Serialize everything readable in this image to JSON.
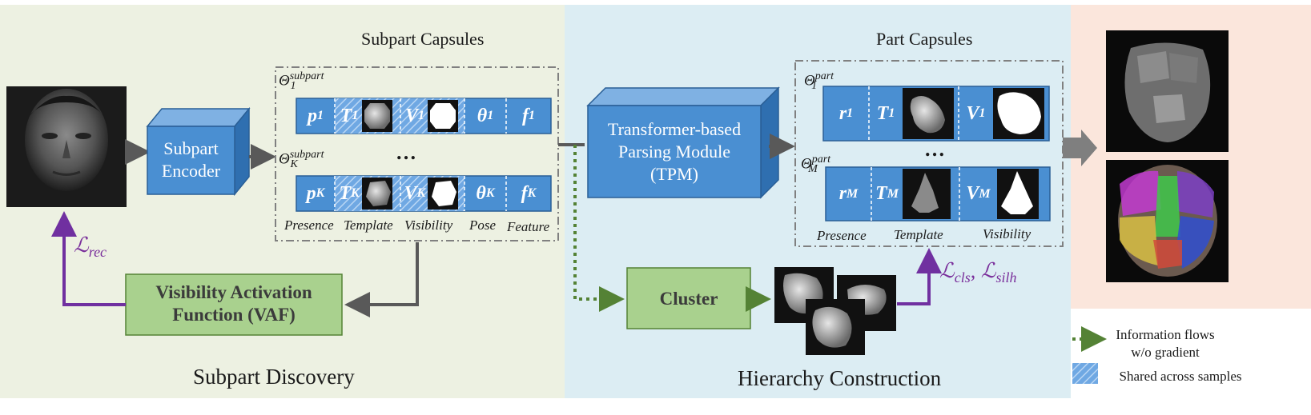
{
  "sections": {
    "left": "Subpart Discovery",
    "middle": "Hierarchy Construction"
  },
  "subpart": {
    "title": "Subpart Capsules",
    "encoder": [
      "Subpart",
      "Encoder"
    ],
    "theta_top": {
      "base": "Θ",
      "sup": "subpart",
      "sub": "1"
    },
    "theta_bottom": {
      "base": "Θ",
      "sup": "subpart",
      "sub": "K"
    },
    "row1": [
      {
        "b": "p",
        "s": "1"
      },
      {
        "b": "T",
        "s": "1"
      },
      {
        "b": "V",
        "s": "1"
      },
      {
        "b": "θ",
        "s": "1"
      },
      {
        "b": "f",
        "s": "1"
      }
    ],
    "rowK": [
      {
        "b": "p",
        "s": "K"
      },
      {
        "b": "T",
        "s": "K"
      },
      {
        "b": "V",
        "s": "K"
      },
      {
        "b": "θ",
        "s": "K"
      },
      {
        "b": "f",
        "s": "K"
      }
    ],
    "ellipsis": "…",
    "labels": [
      "Presence",
      "Template",
      "Visibility",
      "Pose",
      "Feature"
    ]
  },
  "vaf": [
    "Visibility Activation",
    "Function (VAF)"
  ],
  "loss_rec": {
    "base": "ℒ",
    "sub": "rec"
  },
  "tpm": [
    "Transformer-based",
    "Parsing Module",
    "(TPM)"
  ],
  "part": {
    "title": "Part Capsules",
    "theta_top": {
      "base": "Θ",
      "sup": "part",
      "sub": "1"
    },
    "theta_bottom": {
      "base": "Θ",
      "sup": "part",
      "sub": "M"
    },
    "row1": [
      {
        "b": "r",
        "s": "1"
      },
      {
        "b": "T",
        "s": "1"
      },
      {
        "b": "V",
        "s": "1"
      }
    ],
    "rowM": [
      {
        "b": "r",
        "s": "M"
      },
      {
        "b": "T",
        "s": "M"
      },
      {
        "b": "V",
        "s": "M"
      }
    ],
    "ellipsis": "…",
    "labels": [
      "Presence",
      "Template",
      "Visibility"
    ]
  },
  "cluster": "Cluster",
  "loss_cls": {
    "l1": "ℒ",
    "s1": "cls",
    "sep": ", ",
    "l2": "ℒ",
    "s2": "silh"
  },
  "legend": {
    "flow": [
      "Information flows",
      "w/o gradient"
    ],
    "shared": "Shared across samples"
  },
  "colors": {
    "left_bg": "#edf1e2",
    "mid_bg": "#dcedf3",
    "right_bg": "#fbe6dc",
    "blue": "#4a8fd2",
    "blue_dark": "#2a5f96",
    "green_box": "#a9d18e",
    "green_dash": "#548235",
    "purple": "#7030a0",
    "gray_arrow": "#595959"
  }
}
